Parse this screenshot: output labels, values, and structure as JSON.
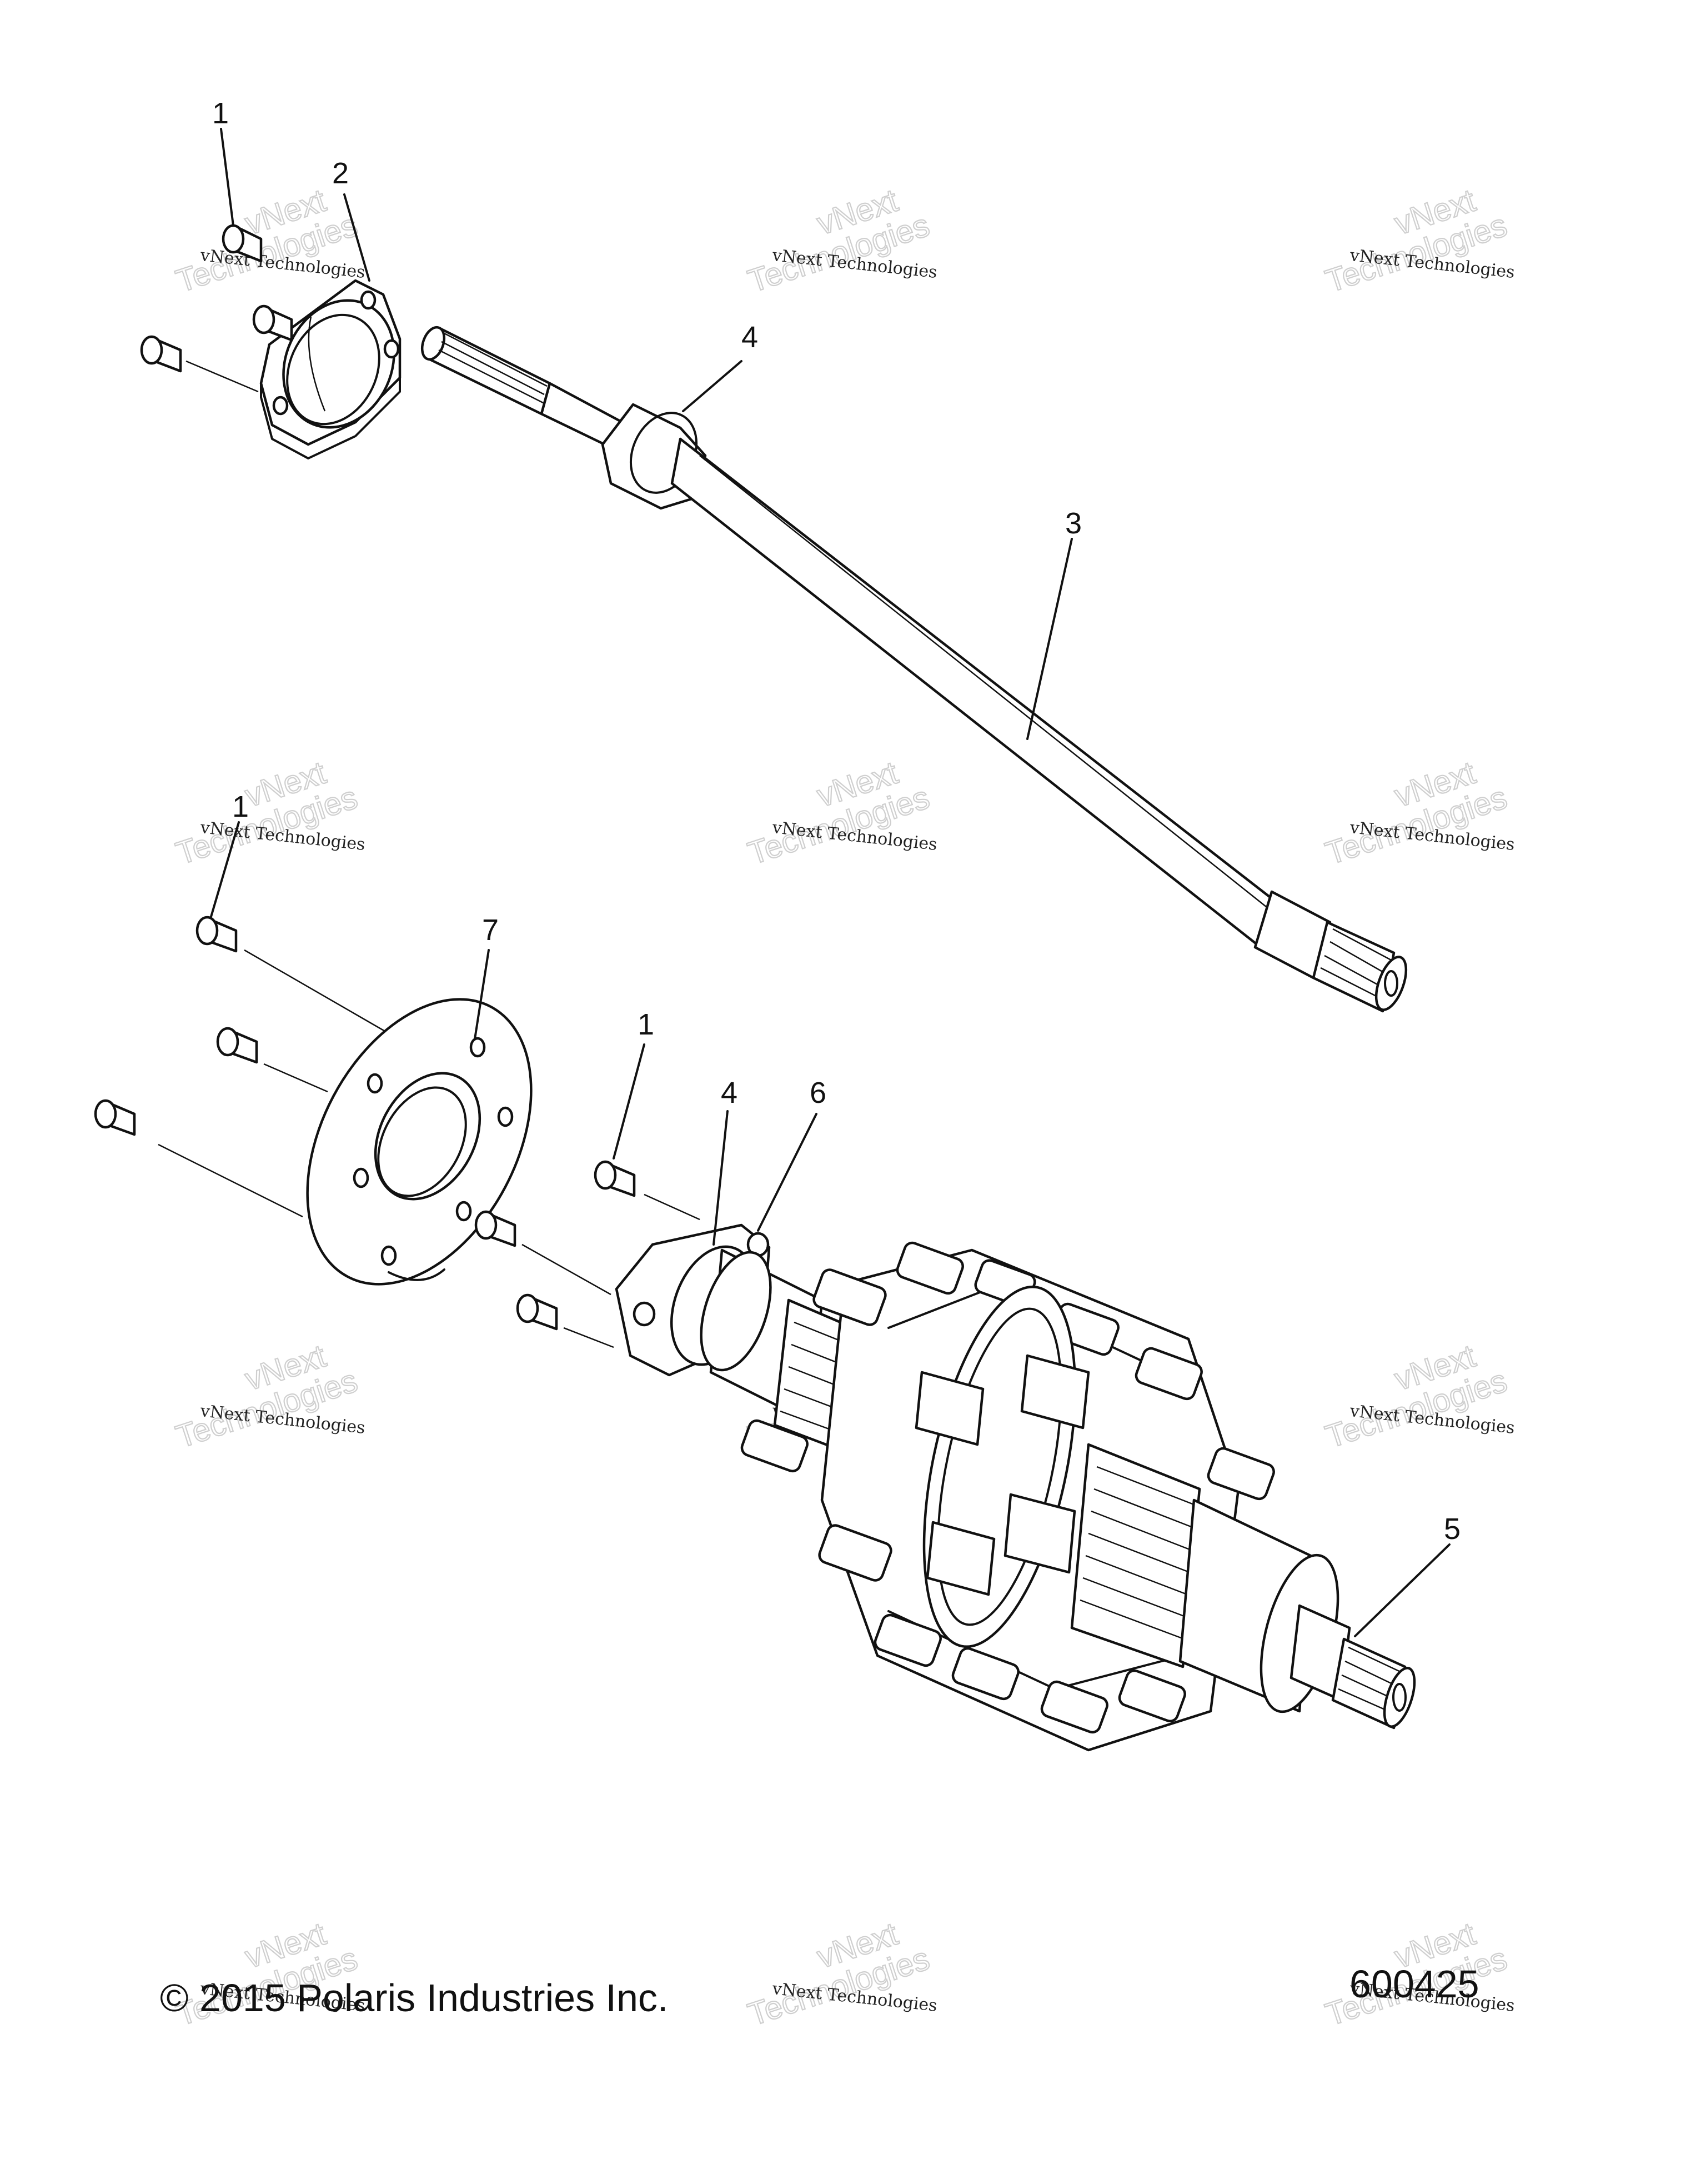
{
  "callouts": {
    "c1a": "1",
    "c2": "2",
    "c4a": "4",
    "c3": "3",
    "c1b": "1",
    "c7": "7",
    "c1c": "1",
    "c4b": "4",
    "c6": "6",
    "c5": "5"
  },
  "footer": {
    "copyright": "© 2015 Polaris Industries Inc.",
    "drawing_number": "600425"
  },
  "watermark": {
    "line1": "vNext Technologies",
    "line2": "vNext",
    "line3": "Technologies"
  }
}
